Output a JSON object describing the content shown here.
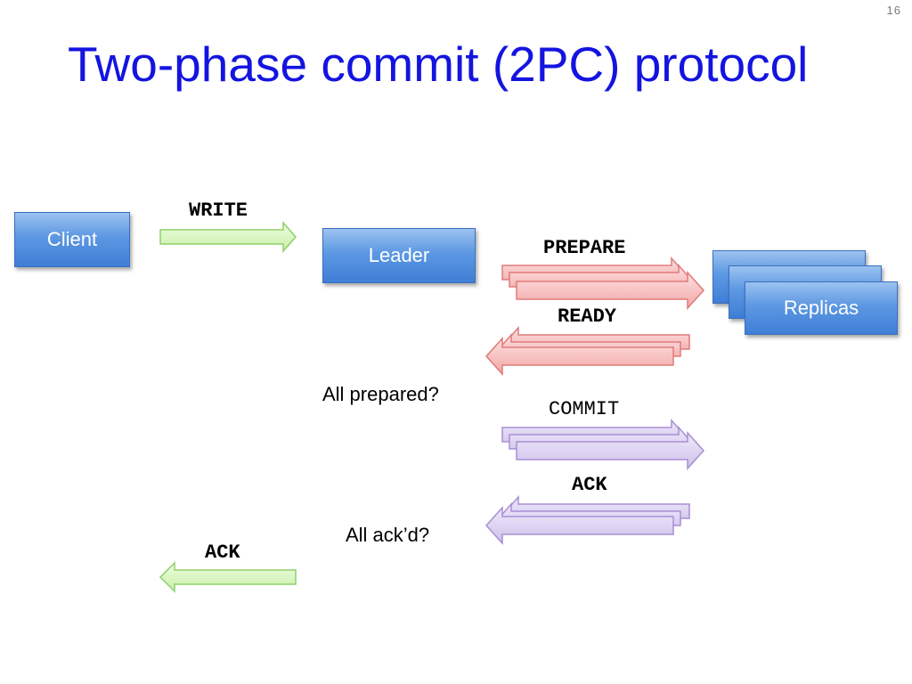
{
  "slide": {
    "number": "16",
    "title": "Two-phase commit (2PC) protocol"
  },
  "nodes": {
    "client": "Client",
    "leader": "Leader",
    "replicas": "Replicas"
  },
  "messages": {
    "write": "WRITE",
    "prepare": "PREPARE",
    "ready": "READY",
    "commit": "COMMIT",
    "ack_replicas": "ACK",
    "ack_client": "ACK"
  },
  "notes": {
    "all_prepared": "All prepared?",
    "all_acked": "All ack’d?"
  },
  "colors": {
    "title": "#1414e0",
    "box": "#4a88dc",
    "green_arrow": "#d4f5b8",
    "red_arrow": "#f6b4b4",
    "purple_arrow": "#dcd0f0"
  }
}
